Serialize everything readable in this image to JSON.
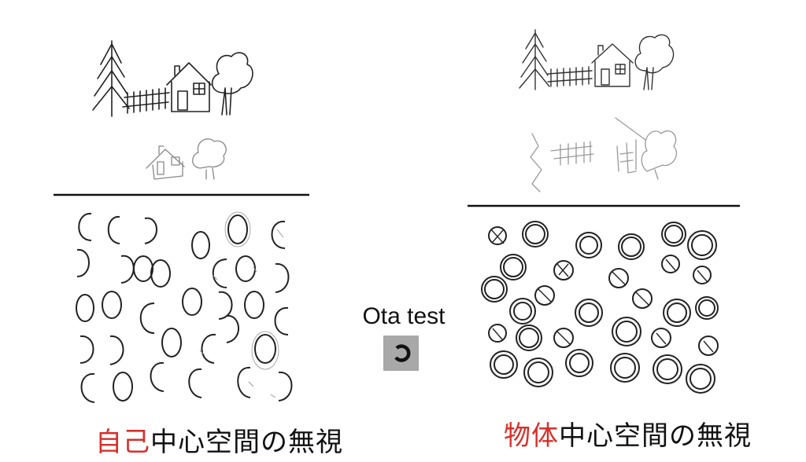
{
  "center": {
    "test_label": "Ota test",
    "test_icon": "broken-circle-icon"
  },
  "left_panel": {
    "caption_highlight": "自己",
    "caption_rest": "中心空間の無視"
  },
  "right_panel": {
    "caption_highlight": "物体",
    "caption_rest": "中心空間の無視"
  },
  "colors": {
    "accent": "#d7302a",
    "ink": "#111111",
    "sketch_gray": "#777777",
    "test_box": "#a8a8a8"
  }
}
